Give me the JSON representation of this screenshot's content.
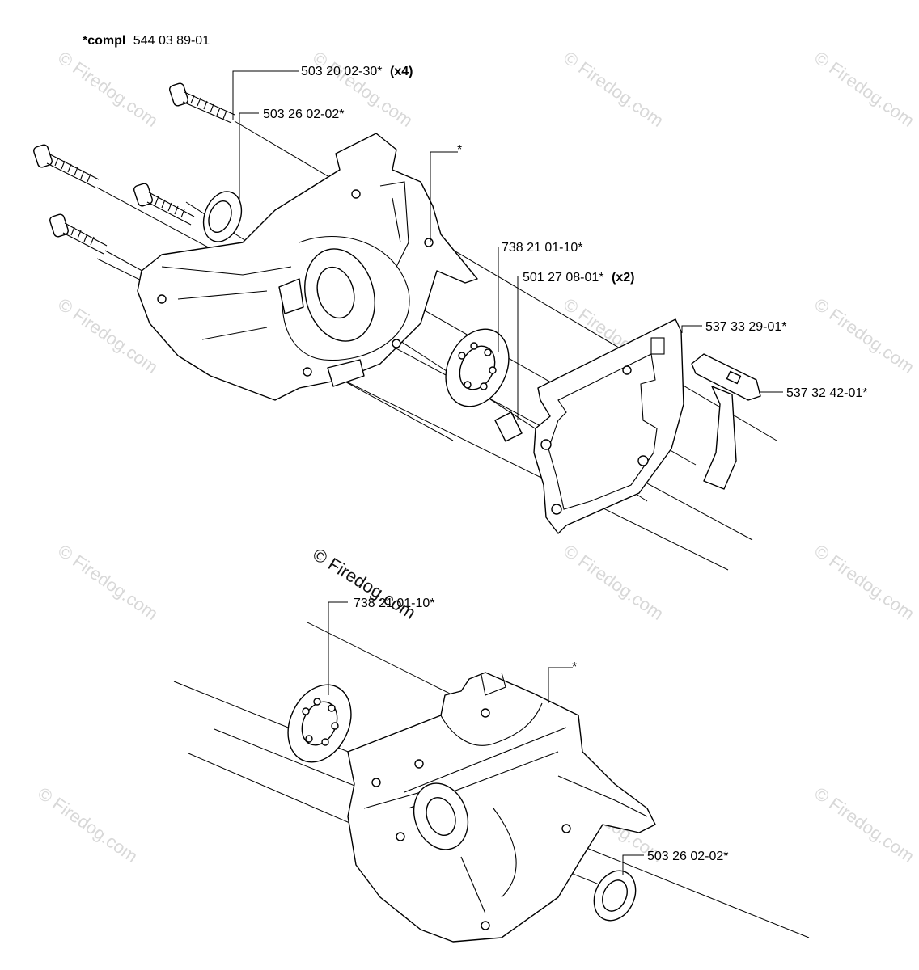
{
  "header": {
    "compl_prefix": "*compl",
    "compl_number": "544 03 89-01"
  },
  "watermark": {
    "text": "© Firedog.com",
    "center_text": "© Firedog.com"
  },
  "labels": {
    "screw": {
      "number": "503 20 02-30*",
      "qty": "(x4)"
    },
    "seal_top": {
      "number": "503 26 02-02*"
    },
    "crankcase_top": {
      "number": "*"
    },
    "bearing_top": {
      "number": "738 21 01-10*"
    },
    "pin": {
      "number": "501 27 08-01*",
      "qty": "(x2)"
    },
    "gasket": {
      "number": "537 33 29-01*"
    },
    "lever": {
      "number": "537 32 42-01*"
    },
    "bearing_bottom": {
      "number": "738 21 01-10*"
    },
    "crankcase_bottom": {
      "number": "*"
    },
    "seal_bottom": {
      "number": "503 26 02-02*"
    }
  }
}
